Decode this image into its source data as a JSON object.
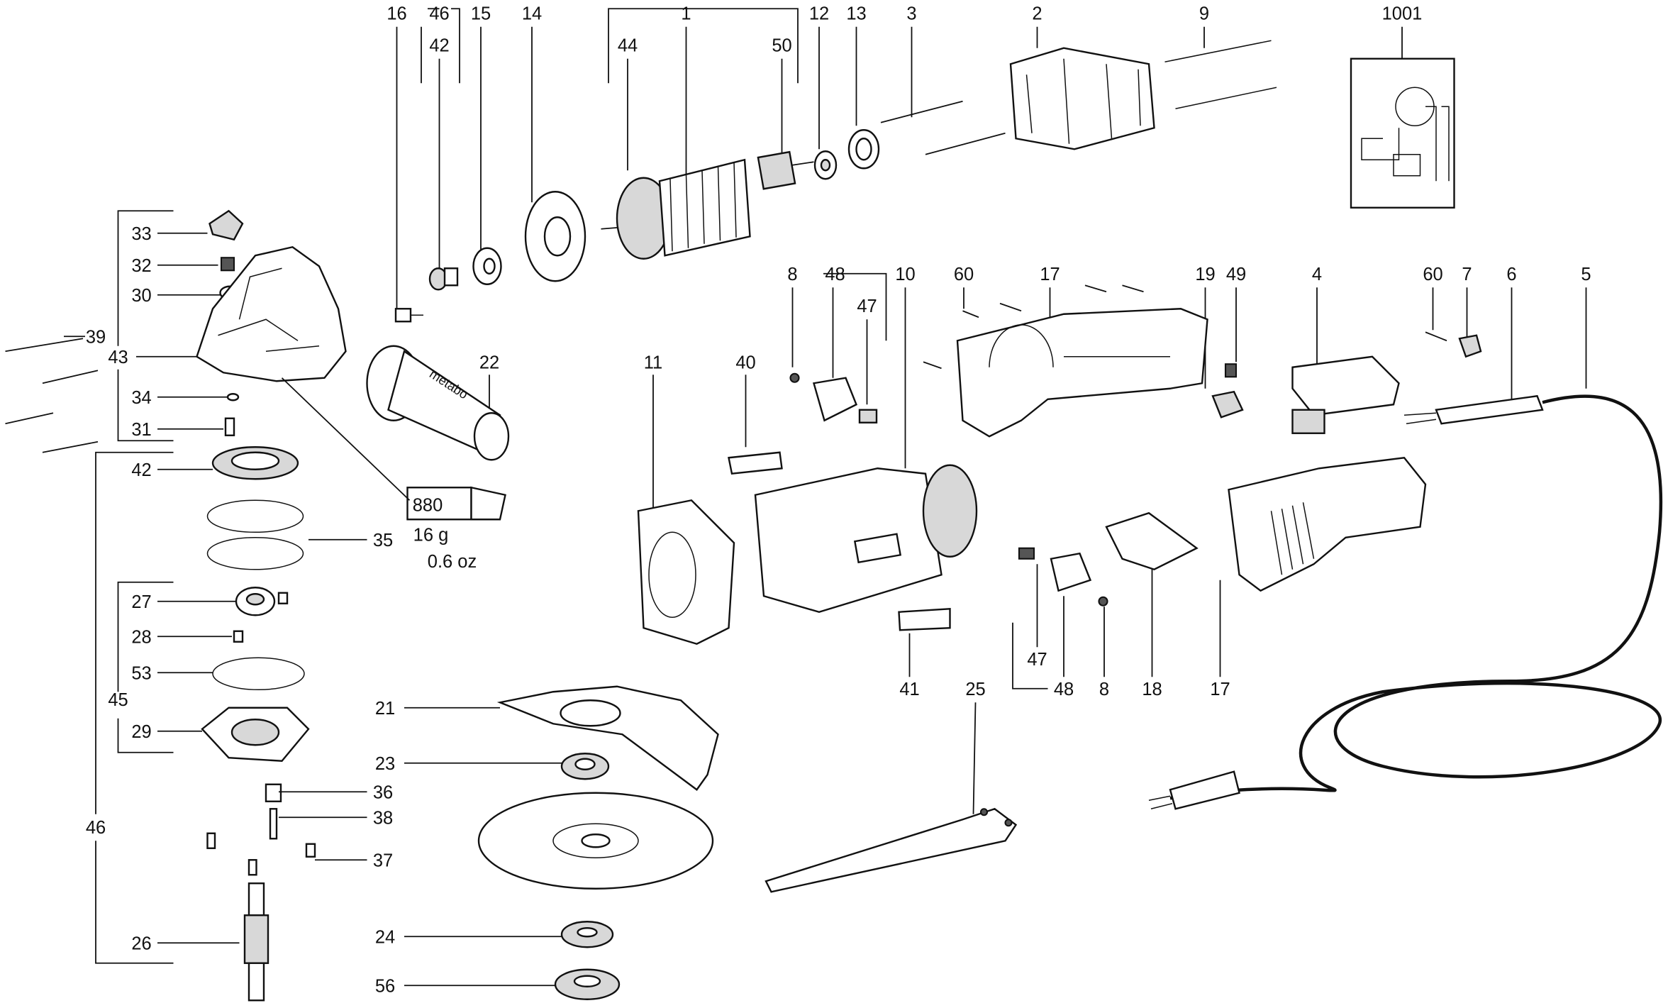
{
  "diagram": {
    "title_hidden": null,
    "labels": {
      "p16": "16",
      "p46_top": "46",
      "p42_top": "42",
      "p15": "15",
      "p14": "14",
      "p1": "1",
      "p44": "44",
      "p50": "50",
      "p12": "12",
      "p13": "13",
      "p3": "3",
      "p2": "2",
      "p9": "9",
      "p1001": "1001",
      "p8_a": "8",
      "p48_a": "48",
      "p47_a": "47",
      "p10": "10",
      "p60_a": "60",
      "p17_a": "17",
      "p19": "19",
      "p49": "49",
      "p4": "4",
      "p60_b": "60",
      "p7": "7",
      "p6": "6",
      "p5": "5",
      "p11": "11",
      "p40": "40",
      "p22": "22",
      "p33": "33",
      "p32": "32",
      "p30": "30",
      "p39": "39",
      "p43": "43",
      "p34": "34",
      "p31": "31",
      "p42": "42",
      "p35": "35",
      "p27": "27",
      "p28": "28",
      "p53": "53",
      "p45": "45",
      "p29": "29",
      "p46": "46",
      "p26": "26",
      "p21": "21",
      "p23": "23",
      "p36": "36",
      "p38": "38",
      "p37": "37",
      "p24": "24",
      "p56": "56",
      "p25": "25",
      "p47_b": "47",
      "p48_b": "48",
      "p8_b": "8",
      "p18": "18",
      "p17_b": "17",
      "p41": "41"
    },
    "grease_tube": {
      "code": "880",
      "weight_g": "16 g",
      "weight_oz": "0.6 oz"
    },
    "handle_brand": "metabo"
  }
}
